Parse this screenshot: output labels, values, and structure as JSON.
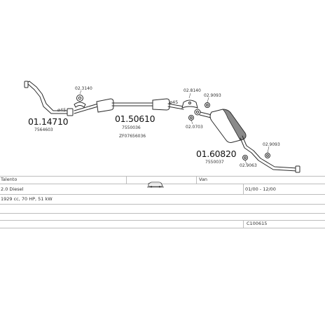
{
  "parts": {
    "p1": {
      "number": "01.14710",
      "ref": "7564603",
      "diameter": "ø45"
    },
    "p2": {
      "number": "01.50610",
      "ref1": "7550036",
      "ref2": "ZF07656036",
      "diameter": "ø45"
    },
    "p3": {
      "number": "01.60820",
      "ref": "7550037"
    },
    "clamp_a": "02.3140",
    "clamp_b": "02.8140",
    "clamp_c": "02.9093",
    "clamp_d": "02.0703",
    "clamp_e": "02.9093",
    "clamp_f": "02.9063"
  },
  "vehicle": {
    "model": "Talento",
    "body": "Van",
    "engine": "2.0 Diesel",
    "years": "01/00 - 12/00",
    "spec": "1929 cc, 70 HP, 51 kW",
    "code": "C100615"
  },
  "icons": {
    "body_type": "van-silhouette-icon"
  },
  "colors": {
    "line": "#2b2b2b",
    "grid": "#bdbdbd",
    "shade": "#8a8a8a"
  }
}
